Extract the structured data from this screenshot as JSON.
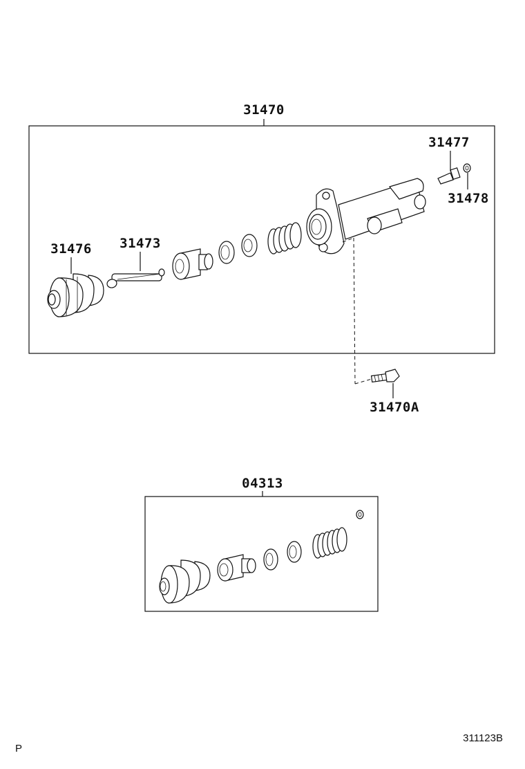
{
  "assembly_main": {
    "part_number": "31470"
  },
  "assembly_kit": {
    "part_number": "04313"
  },
  "callouts": {
    "boot": "31476",
    "push_rod": "31473",
    "bleeder_plug": "31477",
    "bleeder_cap": "31478",
    "bolt": "31470A"
  },
  "footer": {
    "left_mark": "P",
    "drawing_code": "311123B"
  }
}
